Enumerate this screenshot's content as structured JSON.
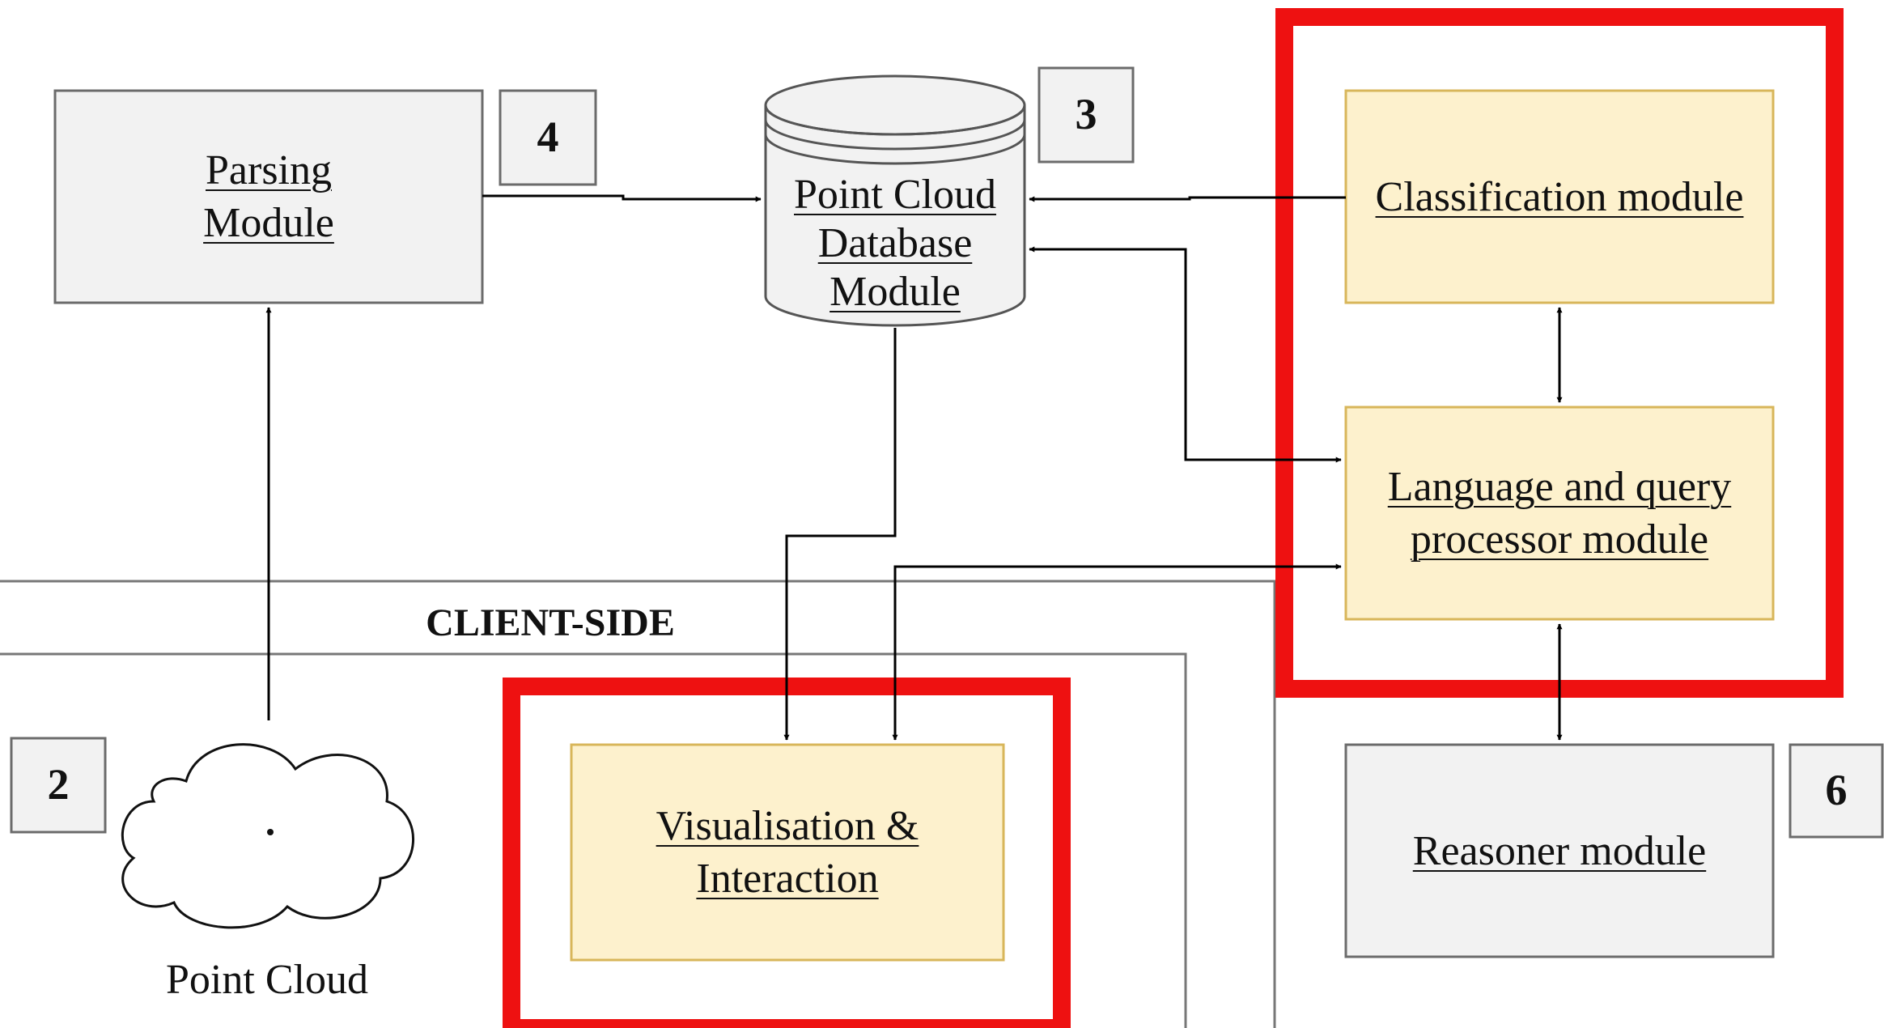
{
  "modules": {
    "parsing": {
      "line1": "Parsing",
      "line2": "Module"
    },
    "database": {
      "line1": "Point Cloud",
      "line2": "Database",
      "line3": "Module"
    },
    "classification": {
      "label": "Classification module"
    },
    "language": {
      "line1": "Language and query",
      "line2": "processor module"
    },
    "visualisation": {
      "line1": "Visualisation &",
      "line2": "Interaction"
    },
    "reasoner": {
      "label": "Reasoner module"
    },
    "point_cloud": {
      "label": "Point Cloud"
    }
  },
  "badges": {
    "parsing": "4",
    "database": "3",
    "point_cloud": "2",
    "reasoner": "6"
  },
  "regions": {
    "client_side": "CLIENT-SIDE"
  },
  "colors": {
    "highlight": "#ee1111",
    "module_fill_yellow": "#fdf1cd",
    "module_stroke_yellow": "#d8b65a",
    "module_fill_grey": "#f2f2f2",
    "module_stroke_grey": "#6b6b6b"
  }
}
